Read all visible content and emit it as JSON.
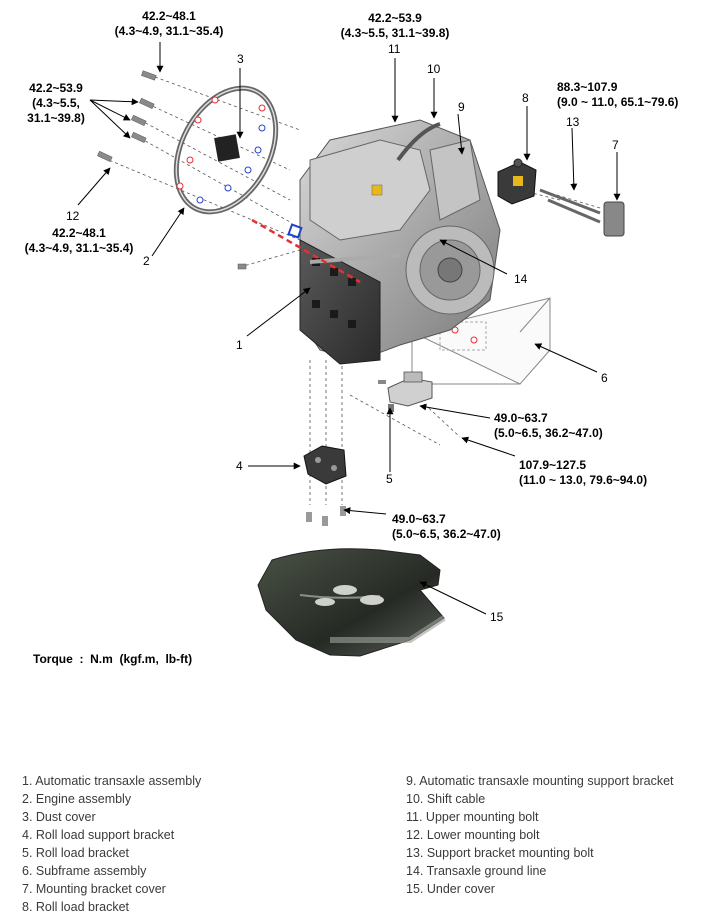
{
  "torque_labels": {
    "t_top_left": [
      "42.2~48.1",
      "(4.3~4.9,  31.1~35.4)"
    ],
    "t_top_mid": [
      "42.2~53.9",
      "(4.3~5.5,  31.1~39.8)"
    ],
    "t_left_upper": [
      "42.2~53.9",
      "(4.3~5.5,",
      "31.1~39.8)"
    ],
    "t_left_lower": [
      "42.2~48.1",
      "(4.3~4.9,  31.1~35.4)"
    ],
    "t_right_top": [
      "88.3~107.9",
      "(9.0  ~  11.0,  65.1~79.6)"
    ],
    "t_mid_right": [
      "49.0~63.7",
      "(5.0~6.5,  36.2~47.0)"
    ],
    "t_right_low": [
      "107.9~127.5",
      "(11.0  ~  13.0,  79.6~94.0)"
    ],
    "t_bottom": [
      "49.0~63.7",
      "(5.0~6.5,  36.2~47.0)"
    ]
  },
  "callouts": {
    "c1": "1",
    "c2": "2",
    "c3": "3",
    "c4": "4",
    "c5": "5",
    "c6": "6",
    "c7": "7",
    "c8": "8",
    "c9": "9",
    "c10": "10",
    "c11": "11",
    "c12": "12",
    "c13": "13",
    "c14": "14",
    "c15": "15"
  },
  "torque_unit_note": "Torque  :  N.m  (kgf.m,  lb-ft)",
  "legend": {
    "left": [
      "1. Automatic transaxle assembly",
      "2. Engine assembly",
      "3. Dust cover",
      "4. Roll load support bracket",
      "5. Roll load bracket",
      "6. Subframe assembly",
      "7. Mounting bracket cover",
      "8. Roll load bracket"
    ],
    "right": [
      "9. Automatic transaxle mounting support bracket",
      "10. Shift cable",
      "11. Upper mounting bolt",
      "12. Lower mounting bolt",
      "13. Support bracket mounting bolt",
      "14. Transaxle ground line",
      "15. Under cover"
    ]
  },
  "colors": {
    "casing": "#a8a8a8",
    "casing_dark": "#6e6e6e",
    "valve_body": "#3d3d3d",
    "cover_dark": "#2f332d",
    "accent_red": "#e53030",
    "accent_blue": "#2244cc",
    "accent_yellow": "#e8b818"
  }
}
